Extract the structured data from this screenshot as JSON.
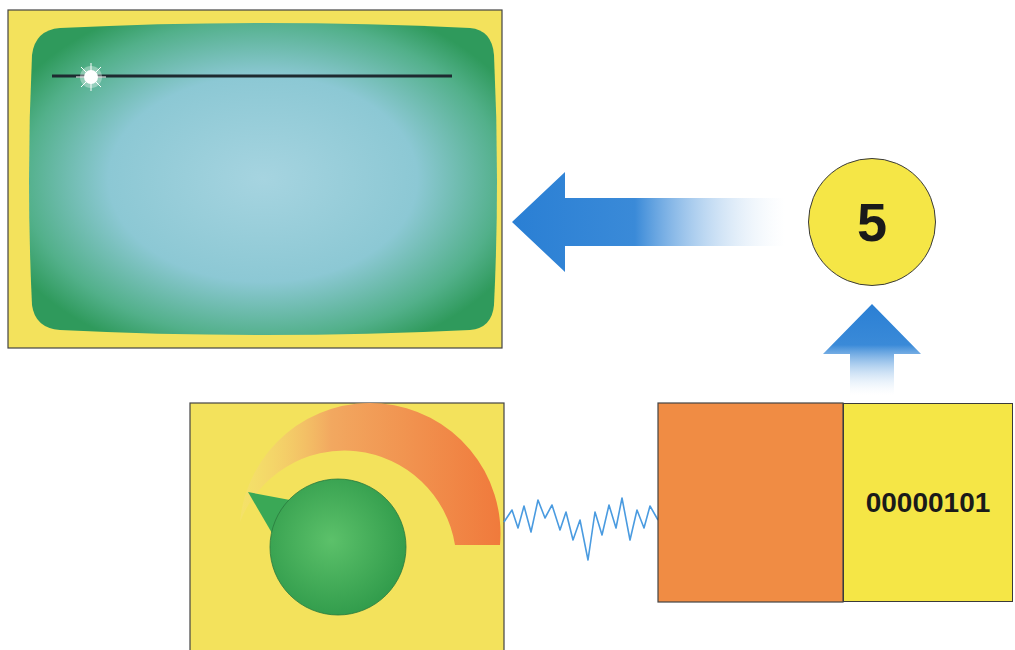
{
  "diagram": {
    "nodes": [
      {
        "text": [
          "5"
        ]
      },
      {
        "text": [
          "00000101"
        ]
      }
    ],
    "edges": [
      {
        "from": 1,
        "to": 0,
        "arrow": "to"
      }
    ]
  }
}
